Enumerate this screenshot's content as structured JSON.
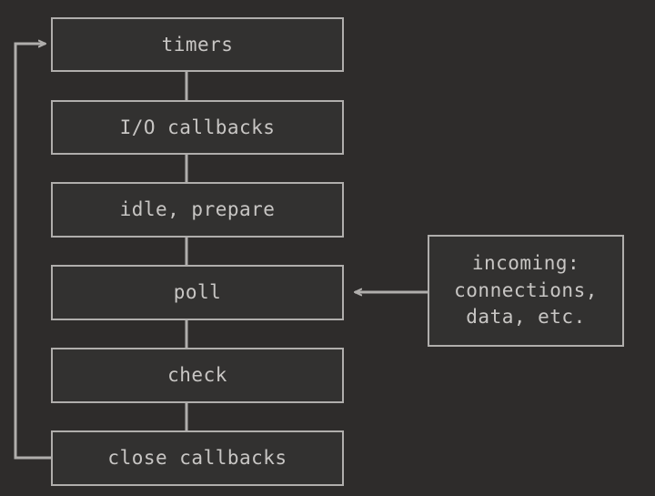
{
  "diagram": {
    "title": "node-js-event-loop-phases",
    "background_color": "#2e2c2b",
    "stroke_color": "#b0aeac",
    "text_color": "#c8c6c4",
    "phases": [
      {
        "id": "timers",
        "label": "timers"
      },
      {
        "id": "io-callbacks",
        "label": "I/O callbacks"
      },
      {
        "id": "idle-prepare",
        "label": "idle, prepare"
      },
      {
        "id": "poll",
        "label": "poll"
      },
      {
        "id": "check",
        "label": "check"
      },
      {
        "id": "close-callbacks",
        "label": "close callbacks"
      }
    ],
    "incoming": {
      "id": "incoming",
      "lines": [
        "incoming:",
        "connections,",
        "data, etc."
      ]
    }
  }
}
